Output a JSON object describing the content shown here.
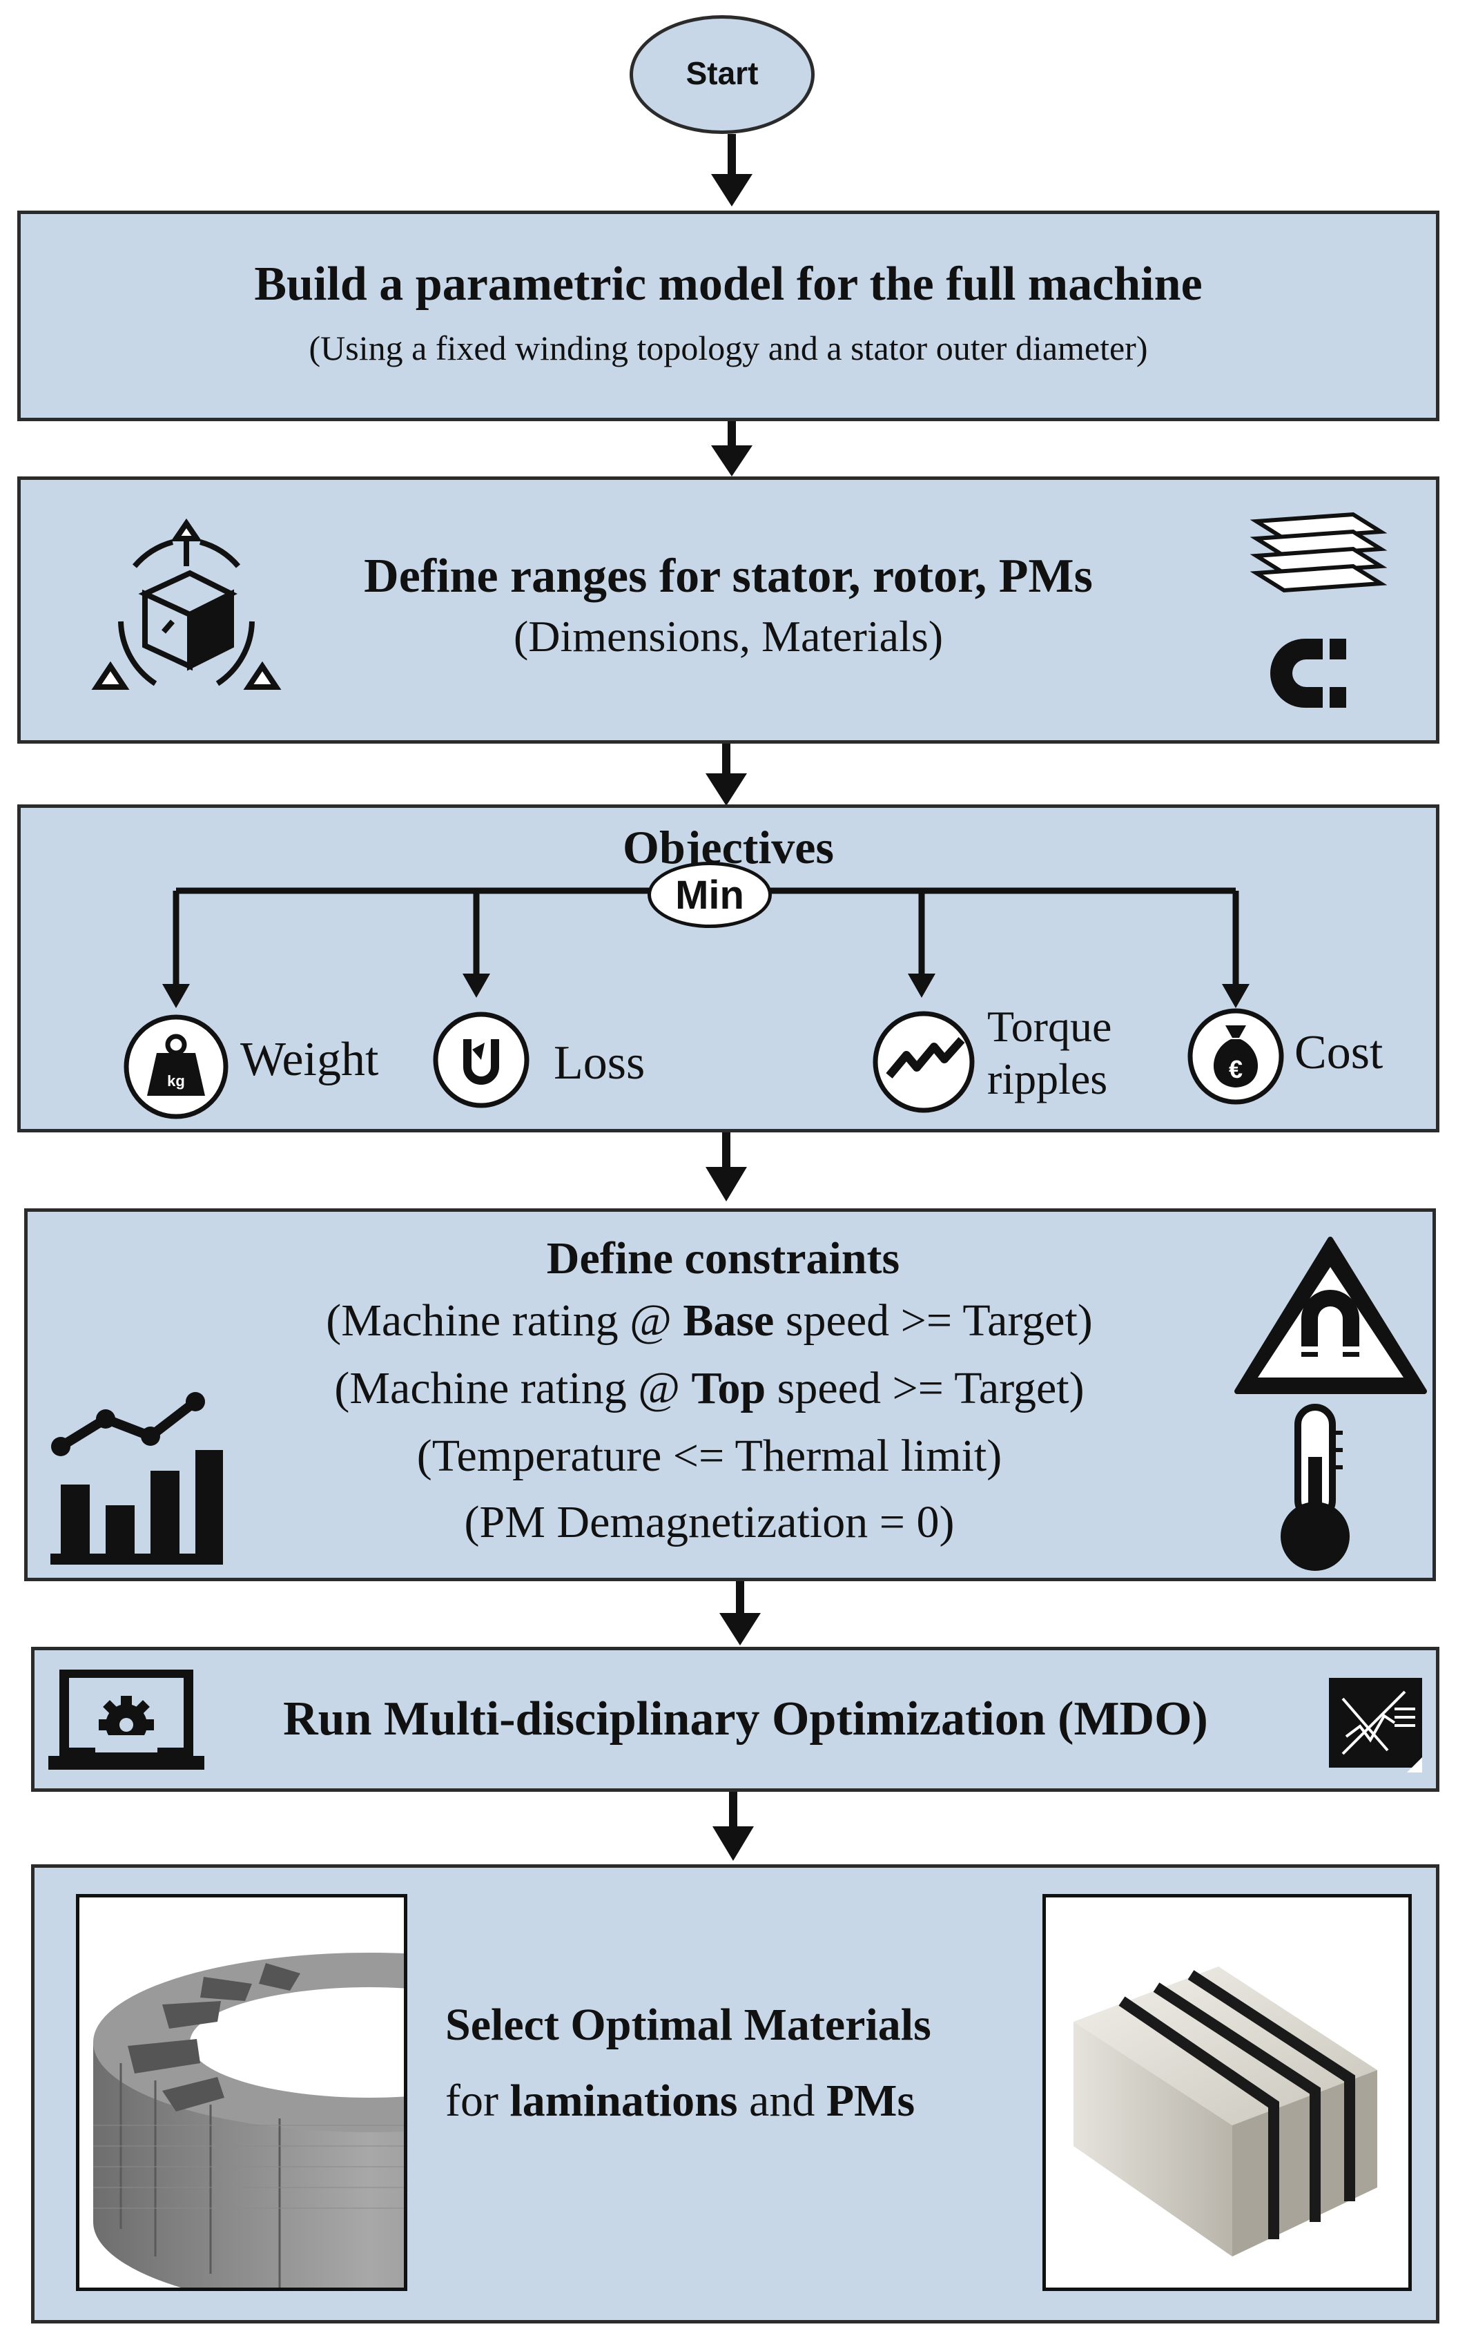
{
  "start": {
    "label": "Start"
  },
  "step1": {
    "title": "Build a parametric model for the full machine",
    "subtitle": "(Using a fixed winding topology and a stator outer diameter)"
  },
  "step2": {
    "title": "Define ranges for stator, rotor, PMs",
    "subtitle": "(Dimensions, Materials)",
    "icons": [
      "cube-design-icon",
      "lamination-sheets-icon",
      "magnet-icon"
    ]
  },
  "step3": {
    "title": "Objectives",
    "min_label": "Min",
    "objectives": [
      {
        "label": "Weight",
        "icon": "weight-icon",
        "icon_text": "kg"
      },
      {
        "label": "Loss",
        "icon": "loss-icon"
      },
      {
        "label_line1": "Torque",
        "label_line2": "ripples",
        "icon": "torque-ripple-icon"
      },
      {
        "label": "Cost",
        "icon": "cost-bag-icon",
        "icon_text": "€"
      }
    ]
  },
  "step4": {
    "title": "Define constraints",
    "lines": [
      {
        "pre": "(Machine rating @ ",
        "bold": "Base",
        "post": " speed >= Target)"
      },
      {
        "pre": "(Machine rating @ ",
        "bold": "Top",
        "post": " speed >= Target)"
      },
      {
        "text": "(Temperature <= Thermal limit)"
      },
      {
        "text": "(PM Demagnetization = 0)"
      }
    ],
    "icons": [
      "growth-chart-icon",
      "magnet-warning-icon",
      "thermometer-icon"
    ]
  },
  "step5": {
    "title": "Run Multi-disciplinary Optimization (MDO)",
    "icons": [
      "laptop-gear-icon",
      "optimization-plot-icon"
    ]
  },
  "step6": {
    "line1": "Select Optimal Materials",
    "line2_pre": "for ",
    "line2_bold1": "laminations",
    "line2_mid": " and ",
    "line2_bold2": "PMs",
    "images": [
      "stator-lamination-image",
      "permanent-magnets-image"
    ]
  }
}
